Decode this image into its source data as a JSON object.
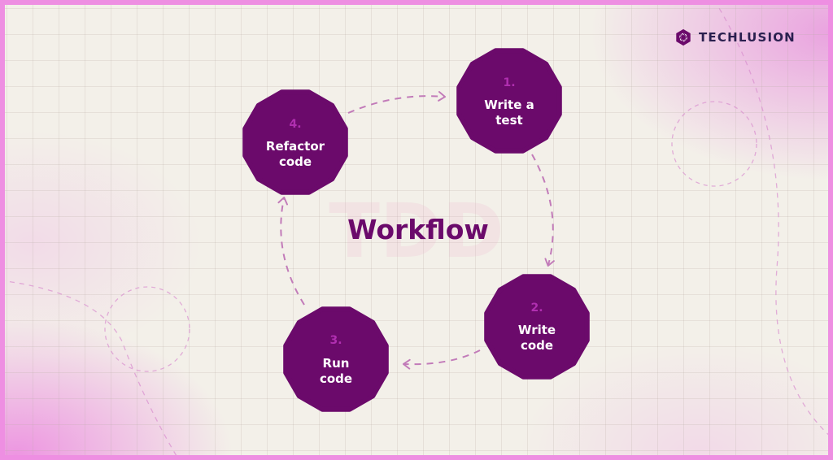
{
  "brand": {
    "name": "TECHLUSION",
    "logo_icon": "aperture-hexagon-icon"
  },
  "diagram": {
    "watermark": "TDD",
    "title": "Workflow",
    "steps": [
      {
        "number": "1.",
        "line1": "Write a",
        "line2": "test"
      },
      {
        "number": "2.",
        "line1": "Write",
        "line2": "code"
      },
      {
        "number": "3.",
        "line1": "Run",
        "line2": "code"
      },
      {
        "number": "4.",
        "line1": "Refactor",
        "line2": "code"
      }
    ]
  },
  "colors": {
    "node_fill": "#6b0a6b",
    "number": "#b02fb0",
    "title": "#6b0a6b",
    "arrow": "#c27bb9",
    "frame": "#ee8fe2",
    "brand_text": "#2a1f4f"
  }
}
